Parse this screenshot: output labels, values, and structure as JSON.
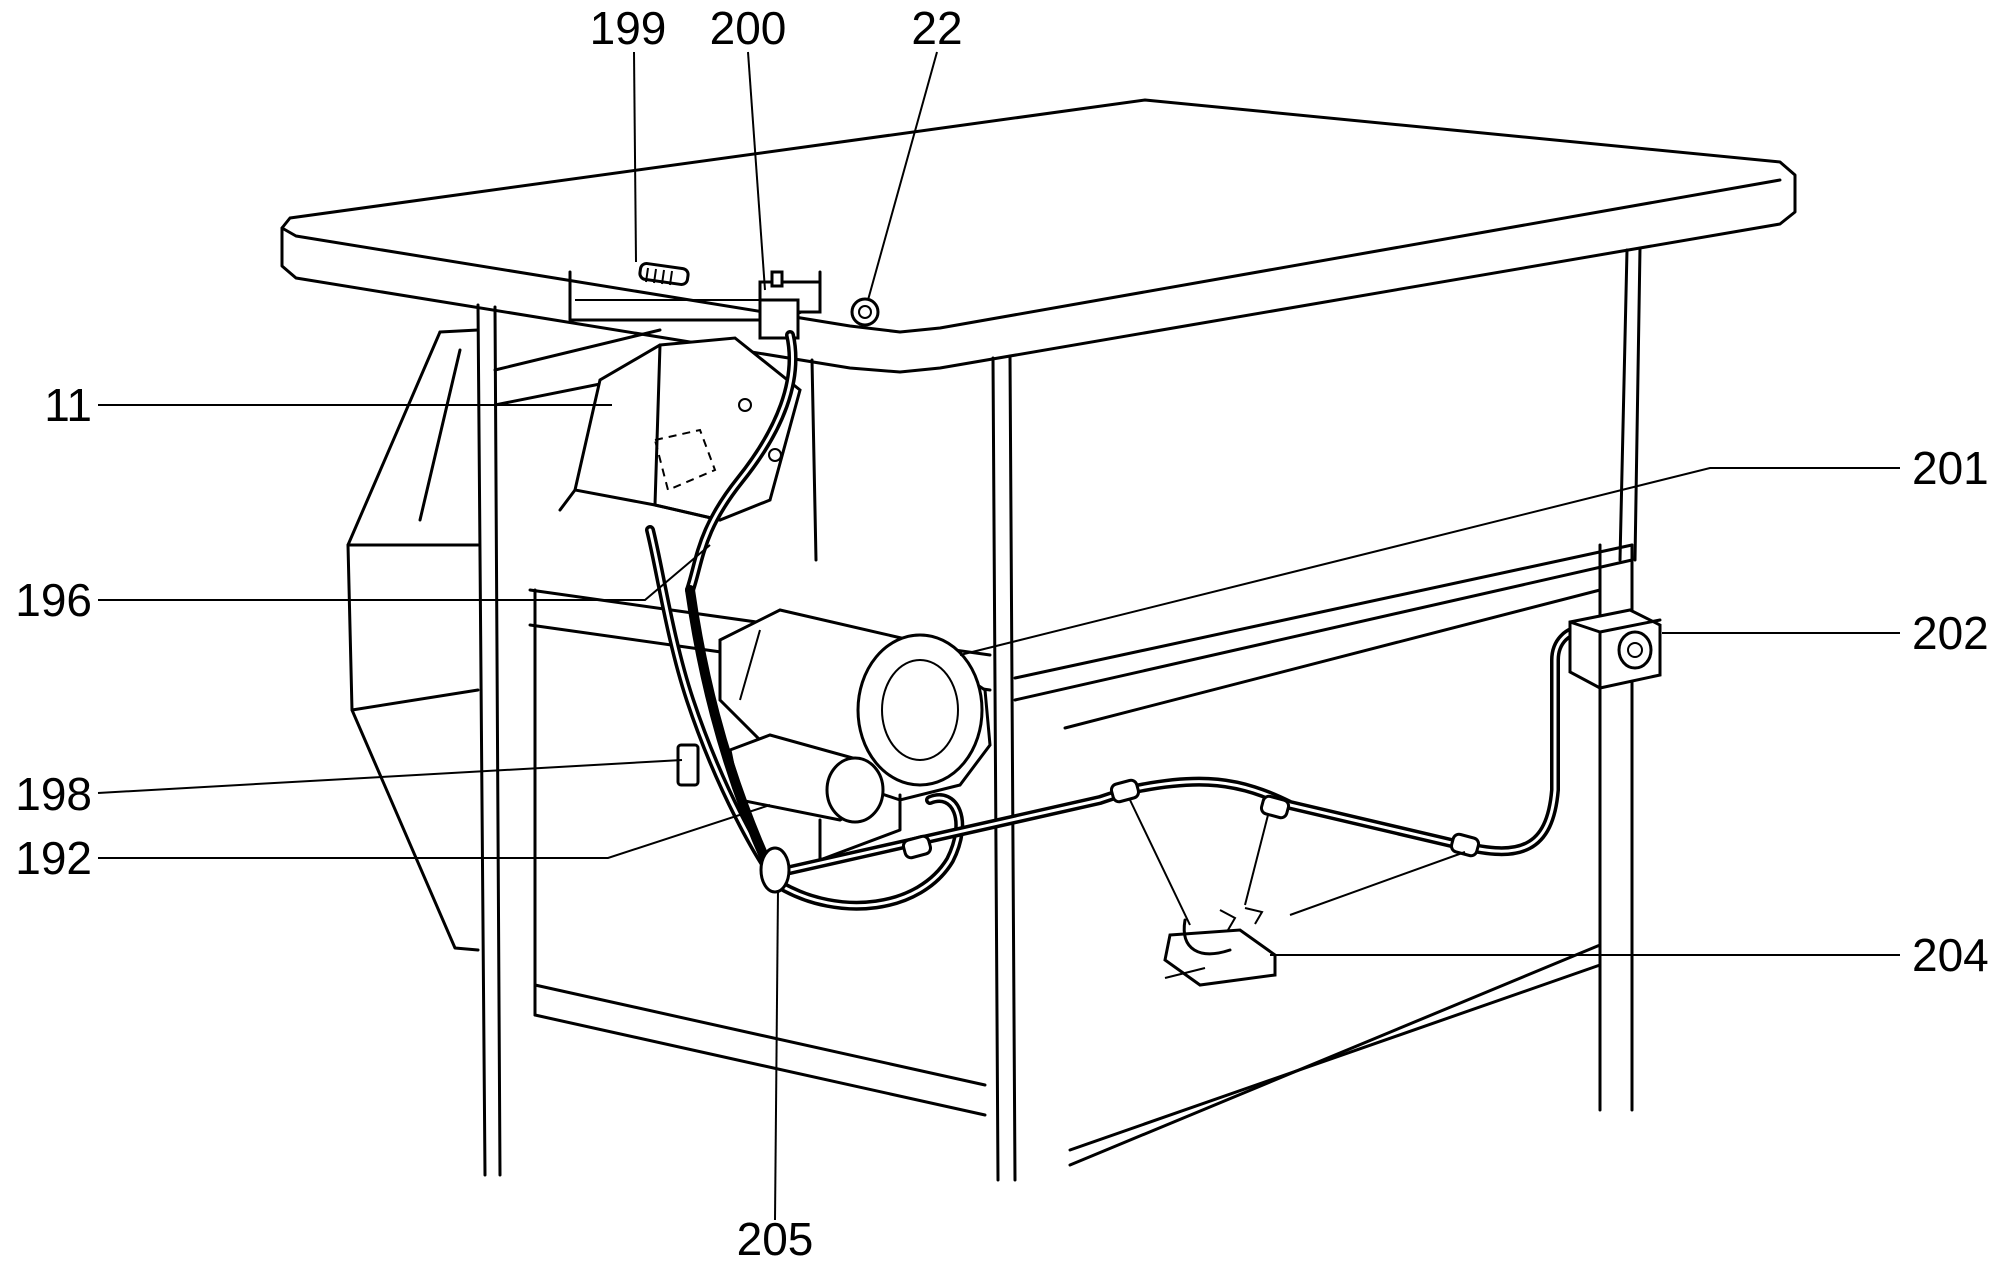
{
  "callouts": {
    "c199": "199",
    "c200": "200",
    "c22": "22",
    "c11": "11",
    "c196": "196",
    "c198": "198",
    "c192": "192",
    "c205": "205",
    "c201": "201",
    "c202": "202",
    "c204": "204"
  }
}
